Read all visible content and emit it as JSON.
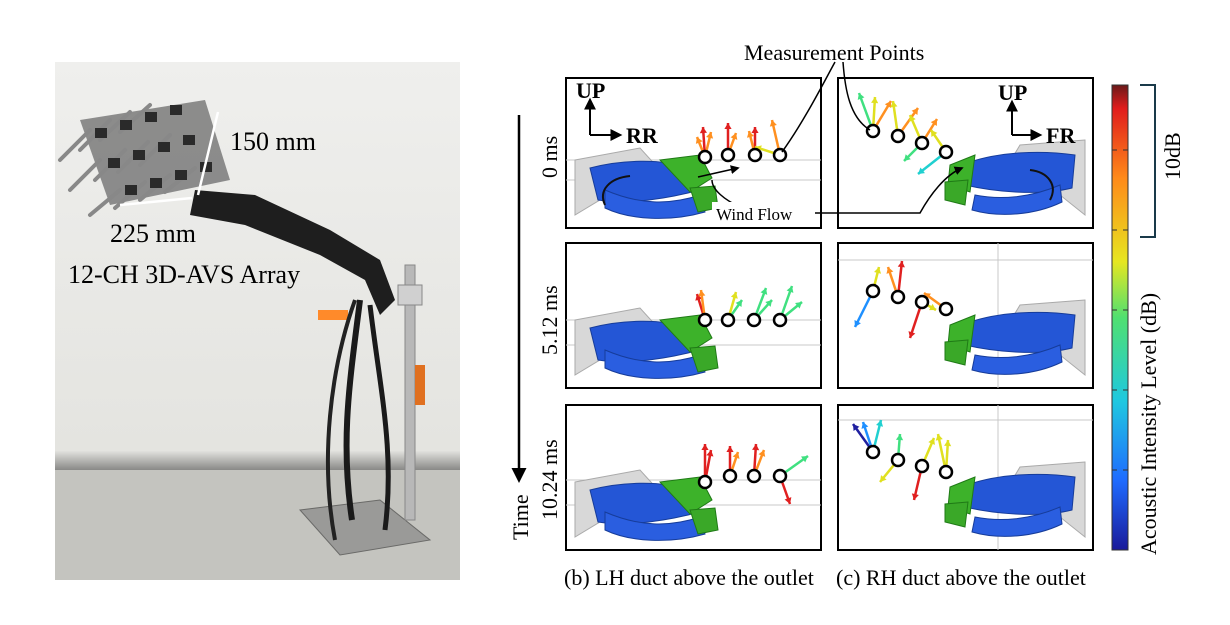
{
  "photo": {
    "dim_vertical": "150 mm",
    "dim_horizontal": "225 mm",
    "array_name": "12-CH 3D-AVS Array"
  },
  "panels": {
    "callout_measurement": "Measurement Points",
    "callout_wind": "Wind Flow",
    "axis_up": "UP",
    "axis_rr": "RR",
    "axis_fr": "FR",
    "time_axis": "Time",
    "rows": [
      "0 ms",
      "5.12 ms",
      "10.24 ms"
    ],
    "caption_b": "(b) LH duct above the outlet",
    "caption_c": "(c) RH duct above the outlet"
  },
  "colorbar": {
    "label": "Acoustic Intensity Level (dB)",
    "range_label": "10dB",
    "colors": [
      "#2020a0",
      "#1e90ff",
      "#20d0d0",
      "#40e080",
      "#e0e020",
      "#ff9020",
      "#e02020",
      "#8a1010"
    ]
  }
}
